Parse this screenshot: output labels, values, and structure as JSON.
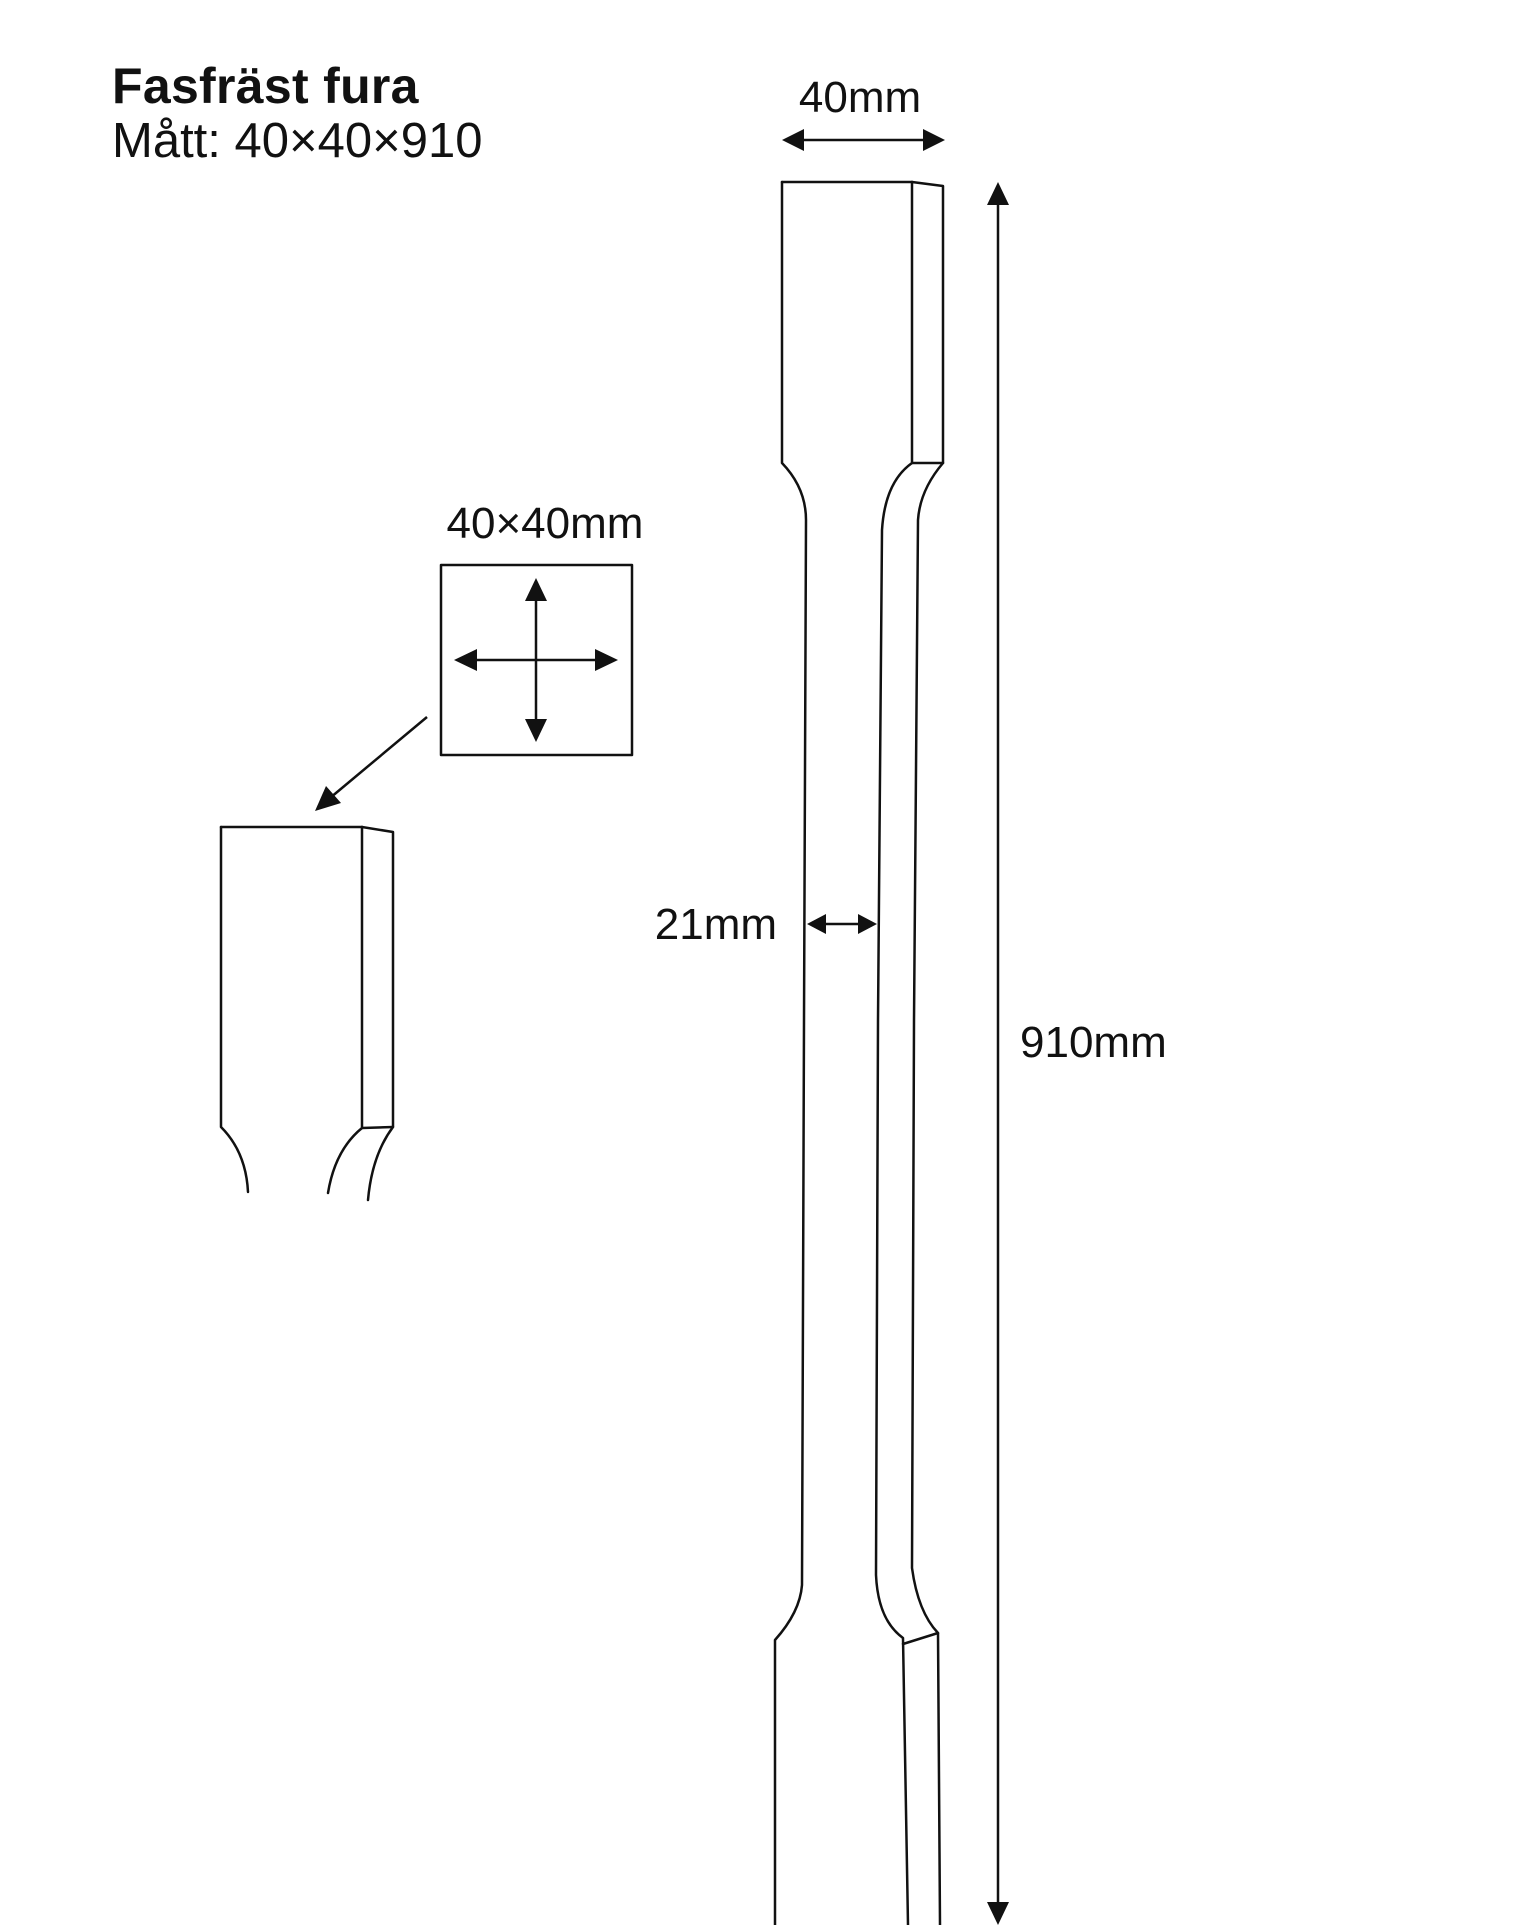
{
  "header": {
    "title": "Fasfräst fura",
    "subtitle": "Mått: 40×40×910"
  },
  "dimensions": {
    "top_width": "40mm",
    "cross_section": "40×40mm",
    "neck_width": "21mm",
    "length": "910mm"
  },
  "colors": {
    "line": "#111111",
    "background": "#ffffff"
  }
}
